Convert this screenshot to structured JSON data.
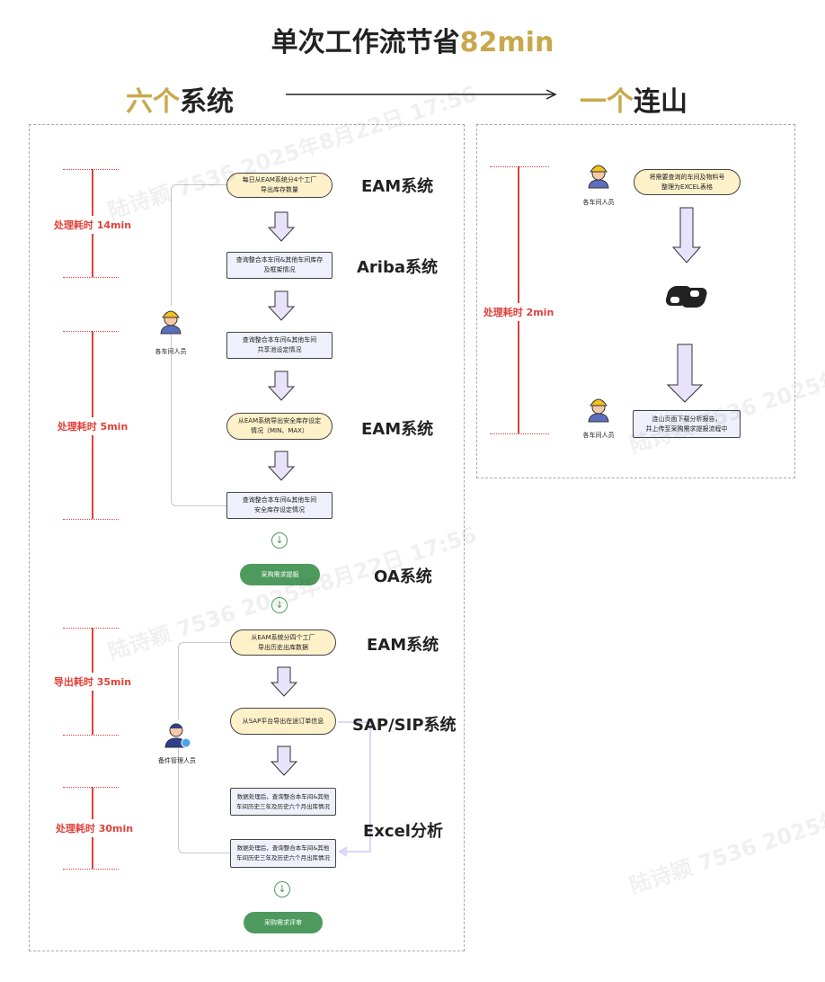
{
  "title": {
    "prefix": "单次工作流节省",
    "highlight": "82min"
  },
  "header": {
    "left_highlight": "六个",
    "left_text": "系统",
    "right_highlight": "一个",
    "right_text": "连山"
  },
  "colors": {
    "gold": "#c9a84c",
    "red": "#e0403a",
    "green": "#4e9a5e",
    "pill": "#fdf1c9",
    "rect": "#eef1fb",
    "arrow": "#e8e2fb"
  },
  "left": {
    "times": [
      "处理耗时 14min",
      "处理耗时 5min",
      "导出耗时 35min",
      "处理耗时 30min"
    ],
    "roles": {
      "worker": "各车间人员",
      "manager": "备件管理人员"
    },
    "steps": [
      "每日从EAM系统分4个工厂\n导出库存数量",
      "查询整合本车间&其他车间库存\n及框架情况",
      "查询整合本车间&其他车间\n共享池设定情况",
      "从EAM系统导出安全库存设定\n情况（MIN、MAX）",
      "查询整合本车间&其他车间\n安全库存设定情况",
      "采购需求提报",
      "从EAM系统分四个工厂\n导出历史出库数据",
      "从SAP平台导出在途订单信息",
      "数据处理后，查询整合本车间&其他\n车间历史三年及历史六个月出库情况",
      "数据处理后，查询整合本车间&其他\n车间历史三年及历史六个月出库情况",
      "采购需求评审"
    ],
    "systems": [
      "EAM系统",
      "Ariba系统",
      "EAM系统",
      "OA系统",
      "EAM系统",
      "SAP/SIP系统",
      "Excel分析"
    ]
  },
  "right": {
    "time": "处理耗时 2min",
    "roles": [
      "各车间人员",
      "各车间人员"
    ],
    "steps": [
      "将需要查询的车间及物料号\n整理为EXCEL表格",
      "连山页面下载分析报告，\n并上传至采购需求提报流程中"
    ]
  },
  "watermark": "陆诗颖 7536 2025年8月22日 17:56"
}
